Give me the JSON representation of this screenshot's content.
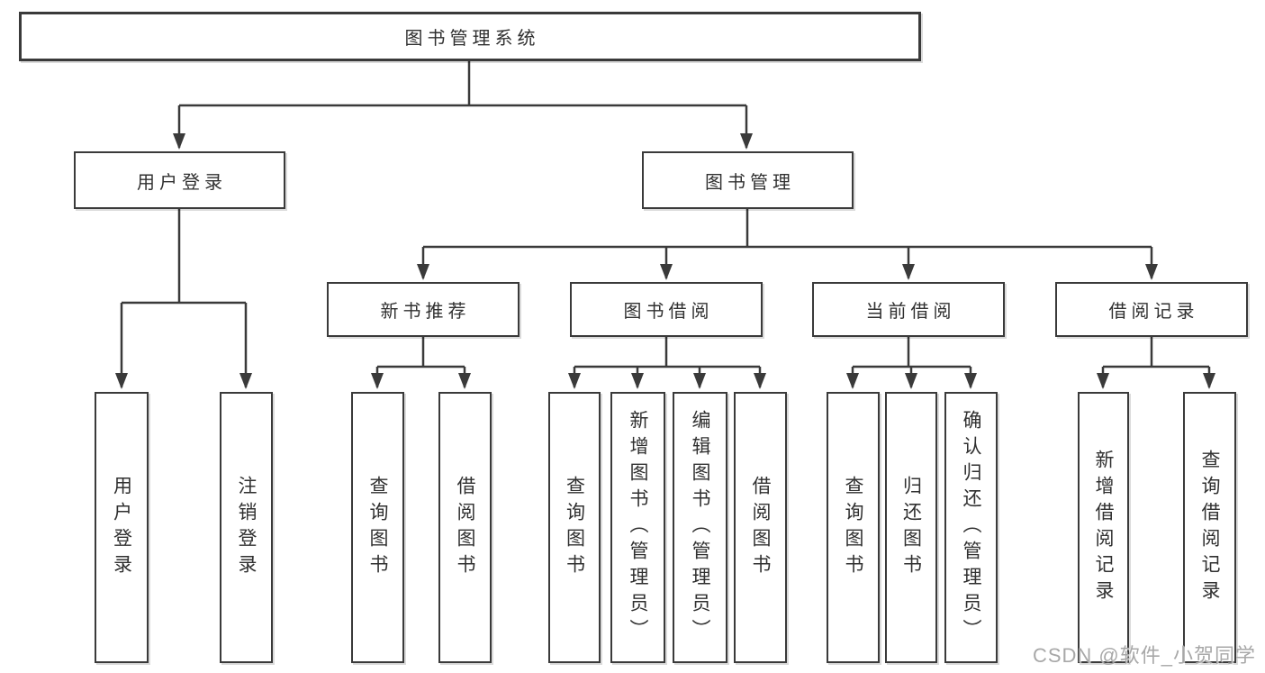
{
  "nodes": {
    "root": "图书管理系统",
    "user_login": "用户登录",
    "book_mgmt": "图书管理",
    "new_books": "新书推荐",
    "book_borrow": "图书借阅",
    "current_borrow": "当前借阅",
    "borrow_records": "借阅记录"
  },
  "leaves": {
    "user_login": [
      "用户登录",
      "注销登录"
    ],
    "new_books": [
      "查询图书",
      "借阅图书"
    ],
    "book_borrow": [
      "查询图书",
      "新增图书（管理员）",
      "编辑图书（管理员）",
      "借阅图书"
    ],
    "current_borrow": [
      "查询图书",
      "归还图书",
      "确认归还（管理员）"
    ],
    "borrow_records": [
      "新增借阅记录",
      "查询借阅记录"
    ]
  },
  "watermark": "CSDN @软件_小贺同学",
  "colors": {
    "line": "#3a3a3a",
    "text": "#303030",
    "watermark": "#a8a8a8",
    "box_background": "#ffffff",
    "page_background": "#ffffff"
  }
}
